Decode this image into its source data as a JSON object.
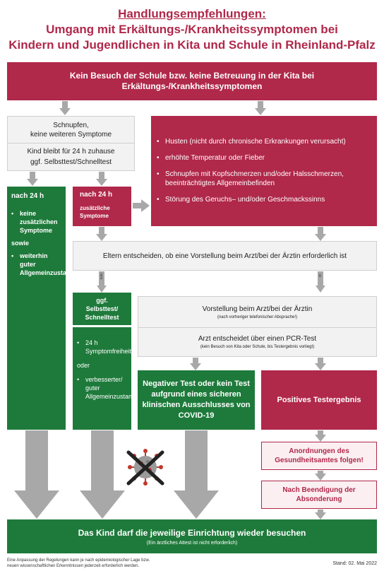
{
  "header": {
    "title": "Handlungsempfehlungen:",
    "subtitle_line1": "Umgang mit Erkältungs-/Krankheitssymptomen bei",
    "subtitle_line2": "Kindern und Jugendlichen in Kita und Schule in Rheinland-Pfalz"
  },
  "top_box": {
    "line1": "Kein Besuch der Schule bzw. keine Betreuung in der Kita bei",
    "line2": "Erkältungs-/Krankheitssymptomen"
  },
  "left_symptom_box": {
    "line1": "Schnupfen,",
    "line2": "keine weiteren Symptome",
    "line3": "Kind bleibt für 24 h zuhause",
    "line4": "ggf. Selbsttest/Schnelltest"
  },
  "symptom_list": {
    "items": [
      "Husten (nicht durch chronische Erkrankungen verursacht)",
      "erhöhte Temperatur oder Fieber",
      "Schnupfen mit Kopfschmerzen und/oder Halsschmerzen, beeinträchtigtes Allgemeinbefinden",
      "Störung des Geruchs– und/oder Geschmackssinns"
    ]
  },
  "after24_green": {
    "title": "nach 24 h",
    "item1": "keine zusätzlichen Symptome",
    "connector": "sowie",
    "item2": "weiterhin guter Allgemeinzustand"
  },
  "after24_red": {
    "title": "nach 24 h",
    "text": "zusätzliche Symptome"
  },
  "parents_box": {
    "text": "Eltern entscheiden, ob eine Vorstellung beim Arzt/bei der Ärztin erforderlich ist"
  },
  "arrow_labels": {
    "nein": "nein",
    "ja": "ja"
  },
  "selftest_box": {
    "line1": "ggf.",
    "line2": "Selbsttest/",
    "line3": "Schnelltest"
  },
  "symptomfree_box": {
    "item1": "24 h Symptomfreiheit",
    "connector": "oder",
    "item2": "verbesserter/ guter Allgemeinzustand"
  },
  "doctor_box": {
    "line1": "Vorstellung beim Arzt/bei der Ärztin",
    "line2": "(nach vorheriger telefonischer Absprache!)",
    "line3": "Arzt entscheidet über einen PCR-Test",
    "line4": "(kein Besuch von Kita oder Schule, bis Testergebnis vorliegt)"
  },
  "negative_box": {
    "text": "Negativer Test oder kein Test aufgrund eines sicheren klinischen Ausschlusses von COVID-19"
  },
  "positive_box": {
    "text": "Positives Testergebnis"
  },
  "health_office_box": {
    "text": "Anordnungen des Gesundheitsamtes folgen!"
  },
  "end_isolation_box": {
    "text": "Nach Beendigung der Absonderung"
  },
  "bottom_box": {
    "line1": "Das Kind darf die jeweilige Einrichtung wieder besuchen",
    "line2": "(Ein ärztliches Attest ist nicht erforderlich)"
  },
  "footer": {
    "note_line1": "Eine Anpassung der Regelungen kann je nach epidemiologischer Lage bzw.",
    "note_line2": "neuen wissenschaftlichen Erkenntnissen jederzeit erforderlich werden.",
    "date": "Stand: 02. Mai 2022"
  },
  "colors": {
    "red": "#b0284a",
    "green": "#1e7a3b",
    "arrow_gray": "#a8a8a8",
    "light_gray": "#f2f2f2"
  },
  "icons": {
    "virus": "crossed-out-virus-icon"
  }
}
